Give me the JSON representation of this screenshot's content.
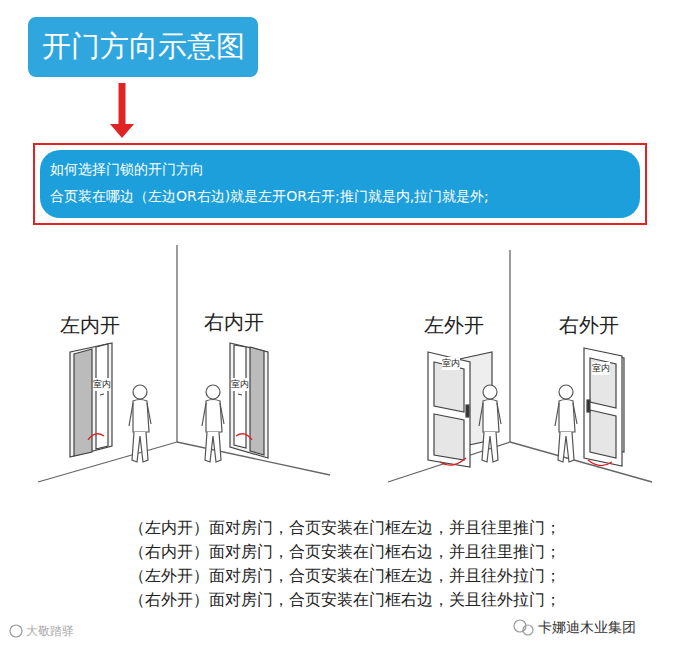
{
  "diagram": {
    "nodes": [
      {
        "text": [
          "开门方向示意图"
        ]
      },
      {
        "text": [
          "如何选择门锁的开门方向",
          "合页装在哪边（左边OR右边)就是左开OR右开;推门就是内,拉门就是外;"
        ]
      }
    ],
    "edges": [
      {
        "from": 0,
        "to": 1,
        "arrow": "to"
      }
    ],
    "labels": [
      "左内开",
      "右内开",
      "左外开",
      "右外开",
      "室内",
      "室内",
      "室内",
      "室内",
      "（左内开）面对房门，合页安装在门框左边，并且往里推门；",
      "（右内开）面对房门，合页安装在门框右边，并且往里推门；",
      "（左外开）面对房门，合页安装在门框左边，并且往外拉门；",
      "（右外开）面对房门，合页安装在门框右边，关且往外拉门；",
      "大敬踏驿",
      "卡娜迪木业集团"
    ]
  }
}
